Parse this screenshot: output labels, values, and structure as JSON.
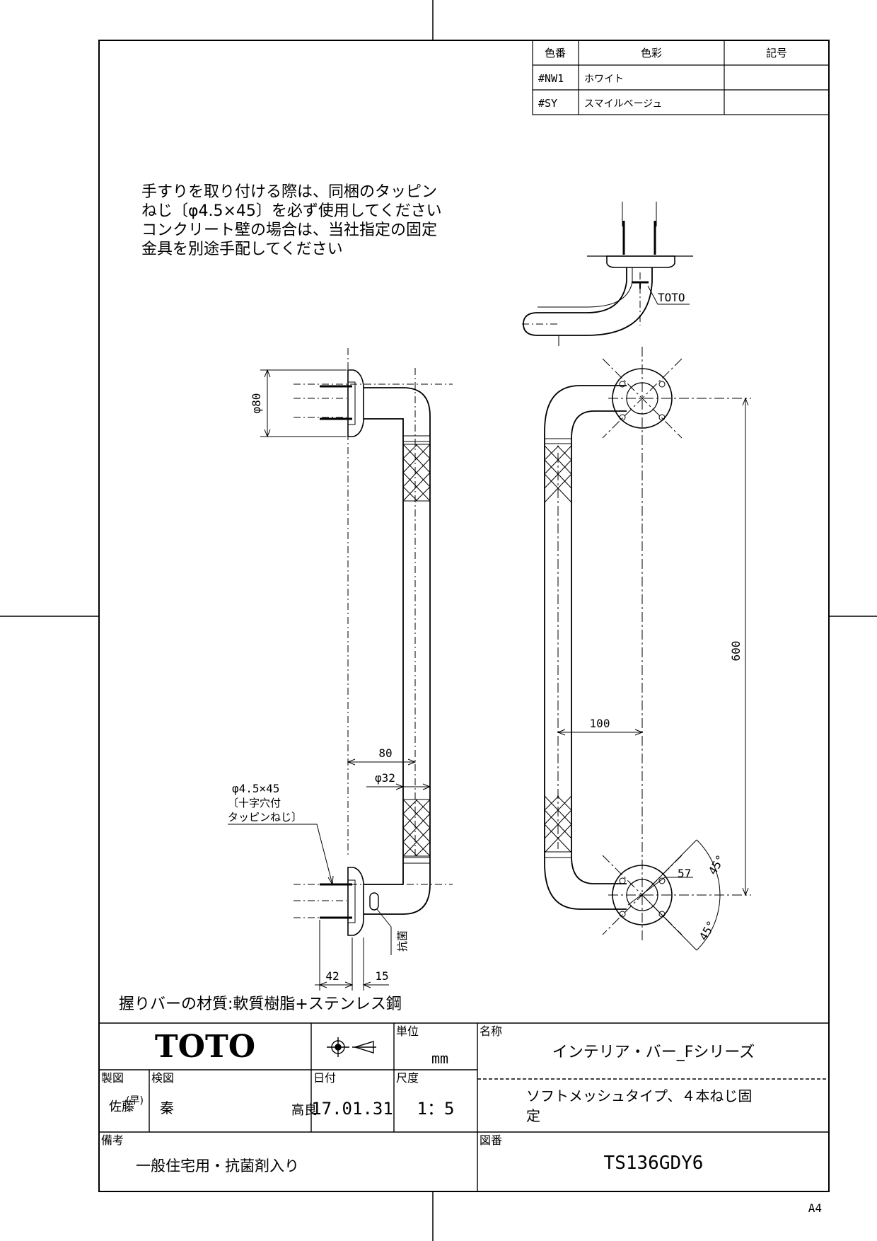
{
  "color_table": {
    "headers": [
      "色番",
      "色彩",
      "記号"
    ],
    "rows": [
      {
        "code": "#NW1",
        "name": "ホワイト",
        "symbol": ""
      },
      {
        "code": "#SY",
        "name": "スマイルベージュ",
        "symbol": ""
      }
    ]
  },
  "note": {
    "lines": [
      "手すりを取り付ける際は、同梱のタッピン",
      "ねじ〔φ4.5×45〕を必ず使用してください",
      "コンクリート壁の場合は、当社指定の固定",
      "金具を別途手配してください"
    ]
  },
  "drawing": {
    "top_view_label": "TOTO",
    "dim_phi80": "φ80",
    "dim_80": "80",
    "dim_phi32": "φ32",
    "dim_42": "42",
    "dim_15": "15",
    "dim_100": "100",
    "dim_600": "600",
    "dim_57": "57",
    "dim_45a": "45°",
    "dim_45b": "45°",
    "screw_lines": [
      "φ4.5×45",
      "〔十字穴付",
      "タッピンねじ〕"
    ],
    "antibacterial_label": "抗菌",
    "material_note": "握りバーの材質:軟質樹脂+ステンレス鋼"
  },
  "title_block": {
    "brand": "TOTO",
    "unit_label": "単位",
    "unit_value": "mm",
    "name_label": "名称",
    "name_value": "インテリア・バー_Fシリーズ",
    "drawn_label": "製図",
    "drawn_by_1": "佐藤",
    "drawn_by_2": "(早)",
    "checked_label": "検図",
    "checked_by": "秦",
    "approved_by": "高良",
    "date_label": "日付",
    "date_value": "17.01.31",
    "scale_label": "尺度",
    "scale_value": "1：5",
    "subtitle_lines": [
      "ソフトメッシュタイプ、４本ねじ固",
      "定"
    ],
    "remarks_label": "備考",
    "remarks_value": "一般住宅用・抗菌剤入り",
    "drawing_no_label": "図番",
    "drawing_no_value": "TS136GDY6"
  },
  "paper_size": "A4"
}
